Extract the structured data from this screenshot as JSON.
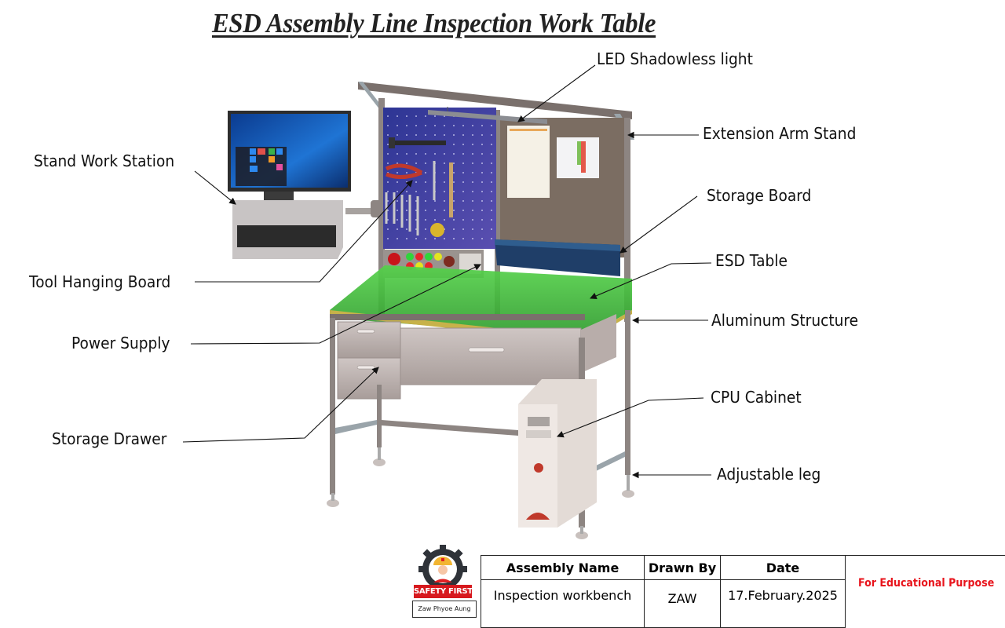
{
  "title": "ESD Assembly Line Inspection Work Table",
  "labels": {
    "led_light": "LED Shadowless light",
    "extension_arm": "Extension Arm Stand",
    "stand_work_station": "Stand Work Station",
    "storage_board": "Storage Board",
    "esd_table": "ESD Table",
    "tool_hanging_board": "Tool Hanging Board",
    "aluminum_structure": "Aluminum Structure",
    "power_supply": "Power Supply",
    "cpu_cabinet": "CPU Cabinet",
    "storage_drawer": "Storage Drawer",
    "adjustable_leg": "Adjustable leg"
  },
  "title_block": {
    "headers": [
      "Assembly Name",
      "Drawn By",
      "Date"
    ],
    "values": [
      "Inspection workbench",
      "ZAW",
      "17.February.2025"
    ],
    "note": "For Educational Purpose"
  },
  "logo": {
    "banner": "SAFETY FIRST",
    "author": "Zaw Phyoe Aung"
  },
  "colors": {
    "esd_mat": "#3cb83a",
    "pegboard": "#3b3f9e",
    "storage_board": "#7b6d62",
    "aluminum": "#8d8582",
    "note_red": "#e8141c",
    "bins": "#1f3e68"
  }
}
